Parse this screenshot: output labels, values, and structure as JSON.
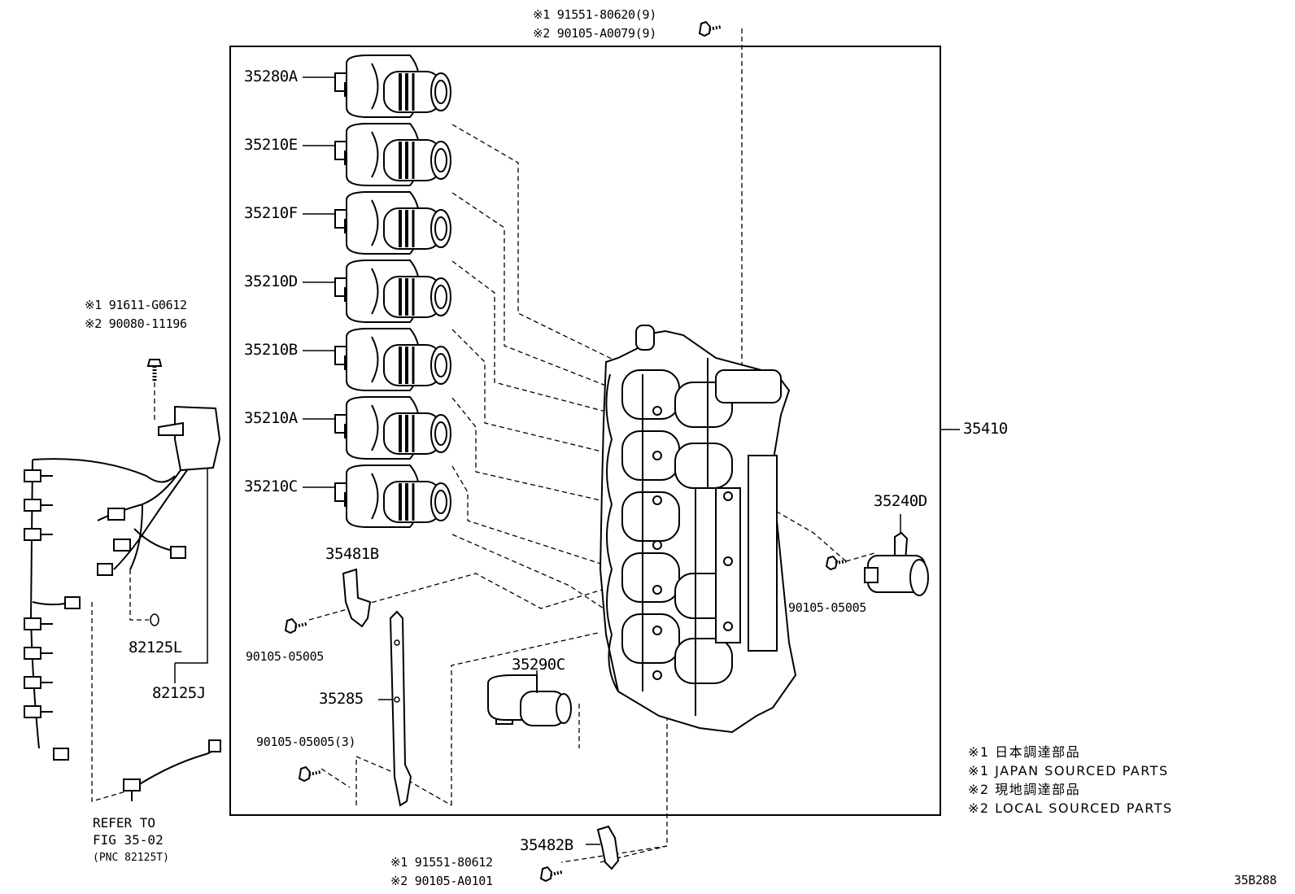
{
  "diagram_code": "35B288",
  "assembly": {
    "label": "35410"
  },
  "solenoids": [
    {
      "label": "35280A"
    },
    {
      "label": "35210E"
    },
    {
      "label": "35210F"
    },
    {
      "label": "35210D"
    },
    {
      "label": "35210B"
    },
    {
      "label": "35210A"
    },
    {
      "label": "35210C"
    }
  ],
  "parts": {
    "p35481B": "35481B",
    "p35285": "35285",
    "p35290C": "35290C",
    "p35240D": "35240D",
    "p35482B": "35482B",
    "p82125L": "82125L",
    "p82125J": "82125J",
    "bolt_a": "90105-05005",
    "bolt_b": "90105-05005",
    "bolt_c": "90105-05005(3)"
  },
  "callouts": {
    "top_1": "※1 91551-80620(9)",
    "top_2": "※2 90105-A0079(9)",
    "left_1": "※1 91611-G0612",
    "left_2": "※2 90080-11196",
    "bottom_1": "※1 91551-80612",
    "bottom_2": "※2 90105-A0101"
  },
  "refer": {
    "line1": "REFER TO",
    "line2": "FIG 35-02",
    "line3": "(PNC 82125T)"
  },
  "legend": [
    "※1 日本調達部品",
    "※1 JAPAN SOURCED PARTS",
    "※2 現地調達部品",
    "※2 LOCAL SOURCED PARTS"
  ]
}
